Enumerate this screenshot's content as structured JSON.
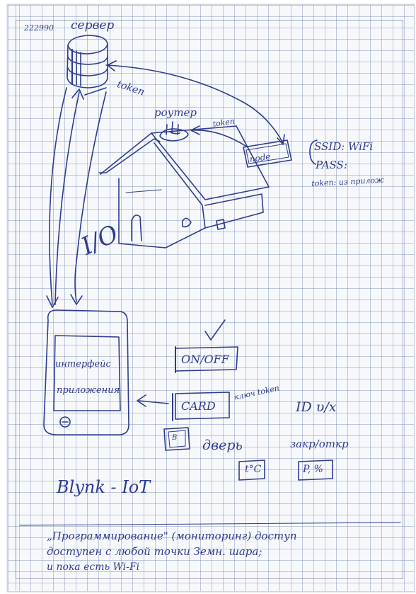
{
  "sheet": {
    "ink_color": "#2e3d8f",
    "grid_color": "#8c9cc0"
  },
  "labels": {
    "number_scribble": "222990",
    "server": "сервер",
    "token_server": "token",
    "router": "роутер",
    "token_router": "token",
    "node_device": "node",
    "ssid": "SSID: WiFi",
    "pass": "PASS:",
    "token_from_app": "token: из прилож",
    "io": "I/O",
    "on_off": "ON/OFF",
    "interface_line1": "интерфейс",
    "interface_line2": "приложения",
    "card": "CARD",
    "card_token": "ключ token",
    "id_ux": "ID υ/x",
    "door_box": "B",
    "door": "дверь",
    "door_state": "закр/откр",
    "t_box": "t°C",
    "p_box": "P, %",
    "blynk": "Blynk - IoT",
    "footer_line1": "„Программирование\" (мониторинг) доступ",
    "footer_line2": "доступен с любой точки Земн. шара;",
    "footer_line3": "и пока есть Wi-Fi"
  }
}
